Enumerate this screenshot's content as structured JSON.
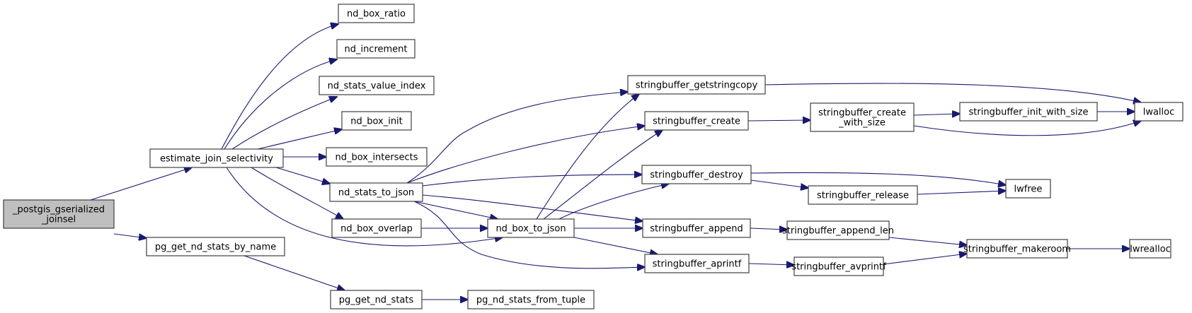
{
  "diagram": {
    "type": "call-graph",
    "colors": {
      "edge": "#191970",
      "node_border": "#404040",
      "root_fill": "#bfbfbf",
      "node_fill": "#ffffff"
    },
    "nodes": [
      {
        "id": "postgis_gserialized_joinsel",
        "lines": [
          "_postgis_gserialized",
          "_joinsel"
        ],
        "root": true
      },
      {
        "id": "estimate_join_selectivity",
        "lines": [
          "estimate_join_selectivity"
        ]
      },
      {
        "id": "pg_get_nd_stats_by_name",
        "lines": [
          "pg_get_nd_stats_by_name"
        ]
      },
      {
        "id": "nd_box_ratio",
        "lines": [
          "nd_box_ratio"
        ]
      },
      {
        "id": "nd_increment",
        "lines": [
          "nd_increment"
        ]
      },
      {
        "id": "nd_stats_value_index",
        "lines": [
          "nd_stats_value_index"
        ]
      },
      {
        "id": "nd_box_init",
        "lines": [
          "nd_box_init"
        ]
      },
      {
        "id": "nd_box_intersects",
        "lines": [
          "nd_box_intersects"
        ]
      },
      {
        "id": "nd_stats_to_json",
        "lines": [
          "nd_stats_to_json"
        ]
      },
      {
        "id": "nd_box_overlap",
        "lines": [
          "nd_box_overlap"
        ]
      },
      {
        "id": "pg_get_nd_stats",
        "lines": [
          "pg_get_nd_stats"
        ]
      },
      {
        "id": "nd_box_to_json",
        "lines": [
          "nd_box_to_json"
        ]
      },
      {
        "id": "pg_nd_stats_from_tuple",
        "lines": [
          "pg_nd_stats_from_tuple"
        ]
      },
      {
        "id": "stringbuffer_getstringcopy",
        "lines": [
          "stringbuffer_getstringcopy"
        ]
      },
      {
        "id": "stringbuffer_create",
        "lines": [
          "stringbuffer_create"
        ]
      },
      {
        "id": "stringbuffer_destroy",
        "lines": [
          "stringbuffer_destroy"
        ]
      },
      {
        "id": "stringbuffer_append",
        "lines": [
          "stringbuffer_append"
        ]
      },
      {
        "id": "stringbuffer_aprintf",
        "lines": [
          "stringbuffer_aprintf"
        ]
      },
      {
        "id": "stringbuffer_create_with_size",
        "lines": [
          "stringbuffer_create",
          "_with_size"
        ]
      },
      {
        "id": "stringbuffer_release",
        "lines": [
          "stringbuffer_release"
        ]
      },
      {
        "id": "stringbuffer_append_len",
        "lines": [
          "stringbuffer_append_len"
        ]
      },
      {
        "id": "stringbuffer_avprintf",
        "lines": [
          "stringbuffer_avprintf"
        ]
      },
      {
        "id": "stringbuffer_init_with_size",
        "lines": [
          "stringbuffer_init_with_size"
        ]
      },
      {
        "id": "lwalloc",
        "lines": [
          "lwalloc"
        ]
      },
      {
        "id": "lwfree",
        "lines": [
          "lwfree"
        ]
      },
      {
        "id": "stringbuffer_makeroom",
        "lines": [
          "stringbuffer_makeroom"
        ]
      },
      {
        "id": "lwrealloc",
        "lines": [
          "lwrealloc"
        ]
      }
    ],
    "edges": [
      [
        "postgis_gserialized_joinsel",
        "estimate_join_selectivity"
      ],
      [
        "postgis_gserialized_joinsel",
        "pg_get_nd_stats_by_name"
      ],
      [
        "estimate_join_selectivity",
        "nd_box_ratio"
      ],
      [
        "estimate_join_selectivity",
        "nd_increment"
      ],
      [
        "estimate_join_selectivity",
        "nd_stats_value_index"
      ],
      [
        "estimate_join_selectivity",
        "nd_box_init"
      ],
      [
        "estimate_join_selectivity",
        "nd_box_intersects"
      ],
      [
        "estimate_join_selectivity",
        "nd_stats_to_json"
      ],
      [
        "estimate_join_selectivity",
        "nd_box_overlap"
      ],
      [
        "estimate_join_selectivity",
        "nd_box_to_json"
      ],
      [
        "pg_get_nd_stats_by_name",
        "pg_get_nd_stats"
      ],
      [
        "pg_get_nd_stats",
        "pg_nd_stats_from_tuple"
      ],
      [
        "nd_stats_to_json",
        "stringbuffer_getstringcopy"
      ],
      [
        "nd_stats_to_json",
        "stringbuffer_create"
      ],
      [
        "nd_stats_to_json",
        "stringbuffer_destroy"
      ],
      [
        "nd_stats_to_json",
        "stringbuffer_append"
      ],
      [
        "nd_stats_to_json",
        "nd_box_to_json"
      ],
      [
        "nd_stats_to_json",
        "stringbuffer_aprintf"
      ],
      [
        "nd_box_overlap",
        "nd_box_to_json"
      ],
      [
        "nd_box_to_json",
        "stringbuffer_getstringcopy"
      ],
      [
        "nd_box_to_json",
        "stringbuffer_create"
      ],
      [
        "nd_box_to_json",
        "stringbuffer_destroy"
      ],
      [
        "nd_box_to_json",
        "stringbuffer_append"
      ],
      [
        "nd_box_to_json",
        "stringbuffer_aprintf"
      ],
      [
        "stringbuffer_getstringcopy",
        "lwalloc"
      ],
      [
        "stringbuffer_create",
        "stringbuffer_create_with_size"
      ],
      [
        "stringbuffer_create_with_size",
        "stringbuffer_init_with_size"
      ],
      [
        "stringbuffer_create_with_size",
        "lwalloc"
      ],
      [
        "stringbuffer_init_with_size",
        "lwalloc"
      ],
      [
        "stringbuffer_destroy",
        "lwfree"
      ],
      [
        "stringbuffer_destroy",
        "stringbuffer_release"
      ],
      [
        "stringbuffer_release",
        "lwfree"
      ],
      [
        "stringbuffer_append",
        "stringbuffer_append_len"
      ],
      [
        "stringbuffer_append_len",
        "stringbuffer_makeroom"
      ],
      [
        "stringbuffer_aprintf",
        "stringbuffer_avprintf"
      ],
      [
        "stringbuffer_avprintf",
        "stringbuffer_makeroom"
      ],
      [
        "stringbuffer_makeroom",
        "lwrealloc"
      ]
    ]
  }
}
